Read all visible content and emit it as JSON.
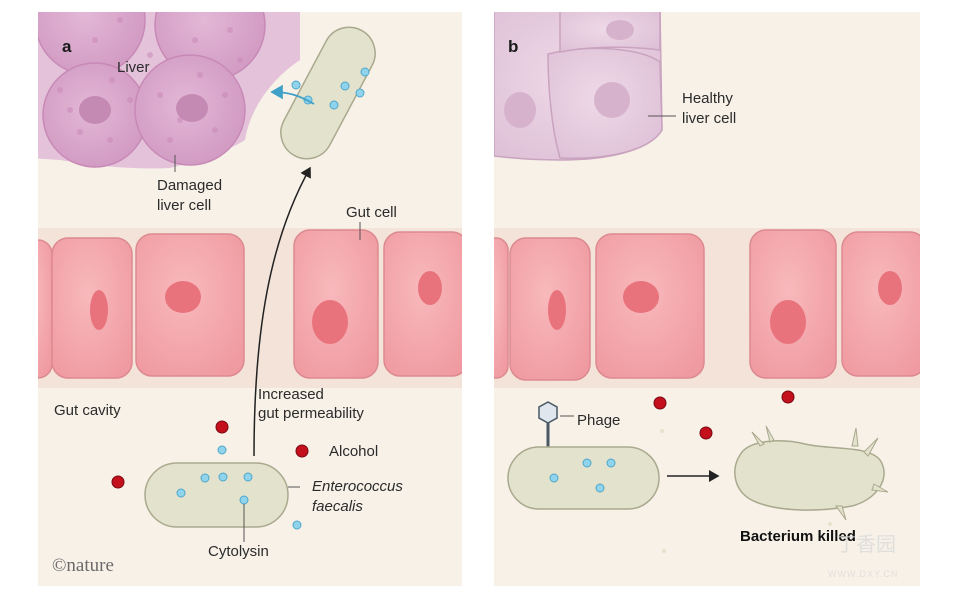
{
  "panel_a": {
    "letter": "a",
    "liver": "Liver",
    "damaged_line1": "Damaged",
    "damaged_line2": "liver cell",
    "gut_cell": "Gut cell",
    "permeability_line1": "Increased",
    "permeability_line2": "gut permeability",
    "gut_cavity": "Gut cavity",
    "alcohol": "Alcohol",
    "species_line1": "Enterococcus",
    "species_line2": "faecalis",
    "cytolysin": "Cytolysin",
    "brand": "©nature"
  },
  "panel_b": {
    "letter": "b",
    "healthy_line1": "Healthy",
    "healthy_line2": "liver cell",
    "phage": "Phage",
    "killed": "Bacterium killed",
    "watermark": "丁香园",
    "watermark_url": "WWW.DXY.CN"
  },
  "colors": {
    "panel_bg": "#f7f1e8",
    "gut_cell_fill": "#f4a9ad",
    "gut_cell_stroke": "#d97d85",
    "nucleus": "#e9737c",
    "liver_fill": "#d9a9cc",
    "healthy_liver_fill": "#e6cfe0",
    "bacterium_fill": "#e3e2cc",
    "bacterium_stroke": "#a9a98e",
    "cytolysin_dot": "#8fd3ec",
    "alcohol_dot": "#c40f1d"
  }
}
